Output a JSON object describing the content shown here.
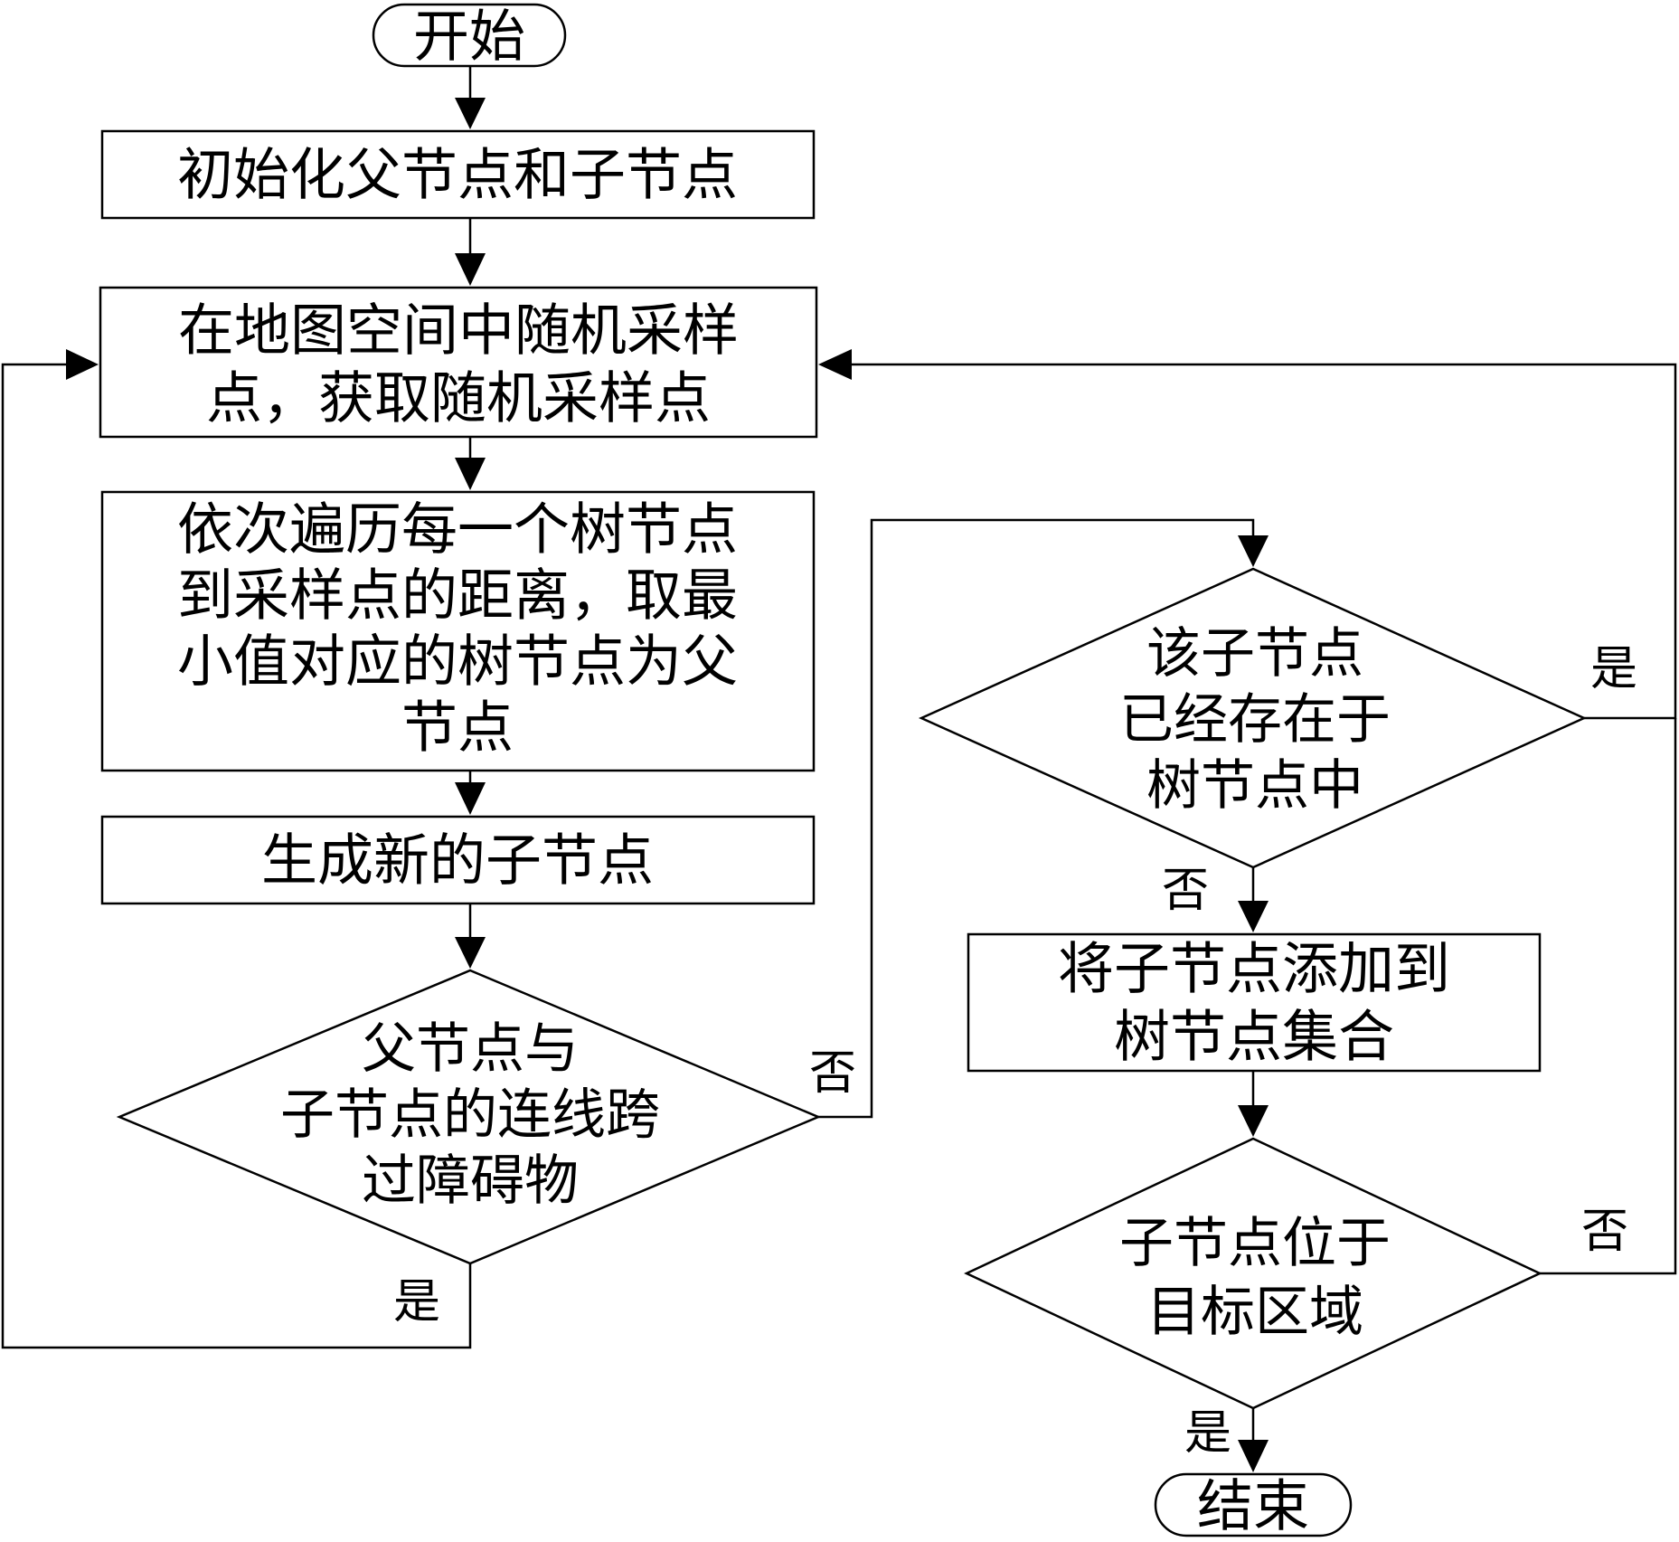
{
  "nodes": {
    "start": "开始",
    "init": "初始化父节点和子节点",
    "sample": [
      "在地图空间中随机采样",
      "点，获取随机采样点"
    ],
    "nearest": [
      "依次遍历每一个树节点",
      "到采样点的距离，取最",
      "小值对应的树节点为父",
      "节点"
    ],
    "generate": "生成新的子节点",
    "collision": [
      "父节点与",
      "子节点的连线跨",
      "过障碍物"
    ],
    "exists": [
      "该子节点",
      "已经存在于",
      "树节点中"
    ],
    "add": [
      "将子节点添加到",
      "树节点集合"
    ],
    "goal": [
      "子节点位于",
      "目标区域"
    ],
    "end": "结束"
  },
  "edge_labels": {
    "collision_yes": "是",
    "collision_no": "否",
    "exists_yes": "是",
    "exists_no": "否",
    "goal_no": "否",
    "goal_yes": "是"
  }
}
